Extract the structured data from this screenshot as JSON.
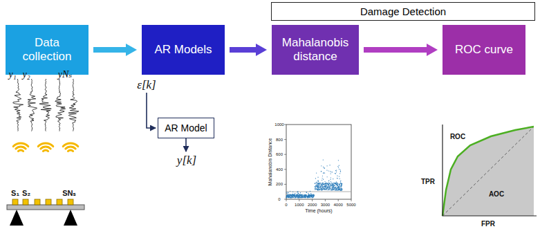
{
  "diagram": {
    "nodes": [
      {
        "text": [
          "Damage Detection"
        ]
      },
      {
        "text": [
          "Data collection"
        ]
      },
      {
        "text": [
          "AR Models"
        ]
      },
      {
        "text": [
          "Mahalanobis distance"
        ]
      },
      {
        "text": [
          "ROC curve"
        ]
      },
      {
        "text": [
          "AR Model"
        ]
      }
    ],
    "edges": [
      {
        "from": 1,
        "to": 2,
        "arrow": "to"
      },
      {
        "from": 2,
        "to": 3,
        "arrow": "to"
      },
      {
        "from": 3,
        "to": 4,
        "arrow": "to"
      }
    ],
    "labels": [
      "y₁",
      "y₂",
      "yNₛ",
      "S₁",
      "S₂",
      "SNₛ",
      "ε[k]",
      "y[k]",
      "1000",
      "800",
      "600",
      "400",
      "200",
      "0",
      "0",
      "1000",
      "2000",
      "3000",
      "4000",
      "5000",
      "Mahalanobis Distance",
      "Time (hours)",
      "ROC",
      "TPR",
      "AOC",
      "FPR"
    ]
  }
}
